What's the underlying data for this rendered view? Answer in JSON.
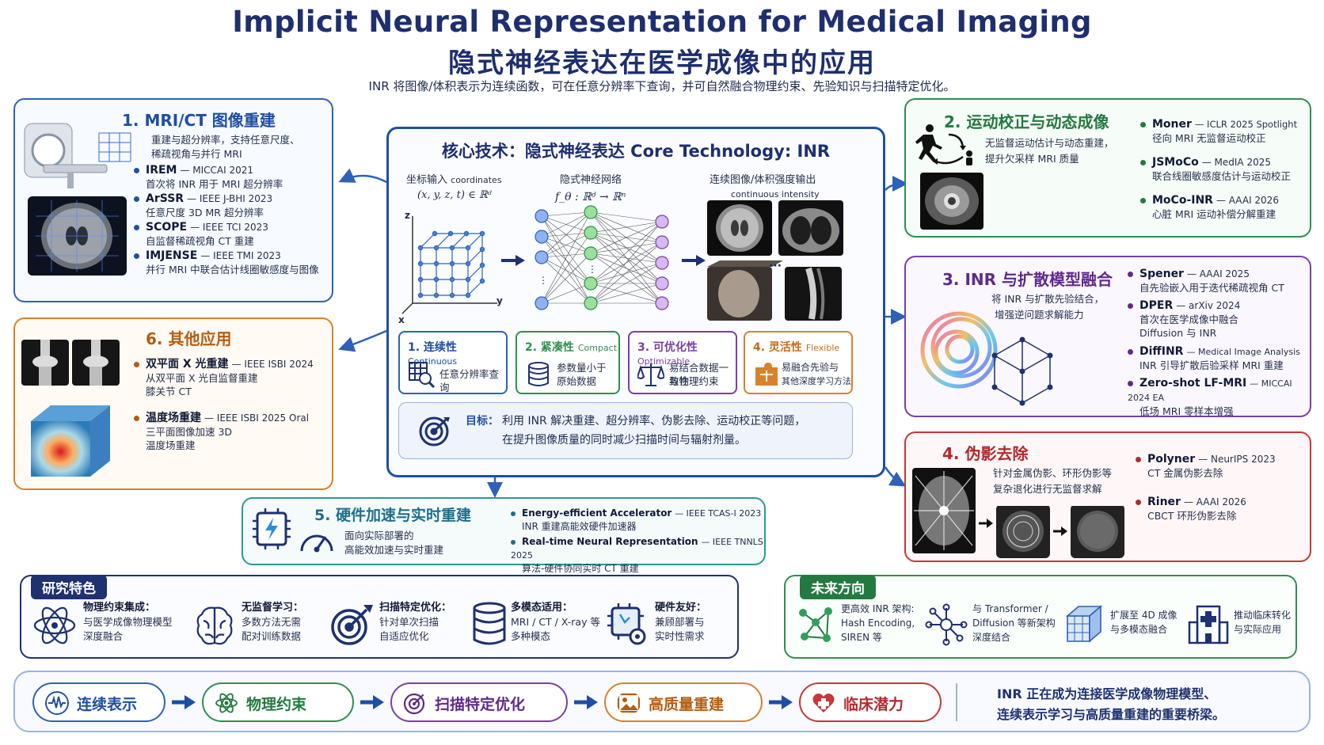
{
  "header": {
    "title_en": "Implicit Neural Representation for Medical Imaging",
    "title_zh": "隐式神经表达在医学成像中的应用",
    "subtitle": "INR 将图像/体积表示为连续函数，可在任意分辨率下查询，并可自然融合物理约束、先验知识与扫描特定优化。"
  },
  "core": {
    "title": "核心技术：隐式神经表达  Core Technology: INR",
    "input_label": "坐标输入",
    "input_label_en": "coordinates",
    "input_formula": "(x, y, z, t) ∈ ℝᵈ",
    "net_label": "隐式神经网络",
    "net_formula": "f_θ : ℝᵈ → ℝⁿ",
    "output_label": "连续图像/体积强度输出",
    "output_label_en": "continuous intensity",
    "ellipsis": "···",
    "axis_z": "z",
    "axis_x": "x",
    "axis_y": "y",
    "props": [
      {
        "num_title": "1. 连续性",
        "en": "Continuous",
        "desc1": "任意分辨率查询",
        "desc2": ""
      },
      {
        "num_title": "2. 紧凑性",
        "en": "Compact",
        "desc1": "参数量小于",
        "desc2": "原始数据"
      },
      {
        "num_title": "3. 可优化性",
        "en": "Optimizable",
        "desc1": "易结合数据一致性",
        "desc2": "与物理约束"
      },
      {
        "num_title": "4. 灵活性",
        "en": "Flexible",
        "desc1": "易融合先验与",
        "desc2": "其他深度学习方法"
      }
    ],
    "goal_label": "目标：",
    "goal_line1": "利用 INR 解决重建、超分辨率、伪影去除、运动校正等问题，",
    "goal_line2": "在提升图像质量的同时减少扫描时间与辐射剂量。"
  },
  "p1": {
    "title": "1. MRI/CT 图像重建",
    "desc1": "重建与超分辨率，支持任意尺度、",
    "desc2": "稀疏视角与并行 MRI",
    "items": [
      {
        "name": "IREM",
        "venue": "— MICCAI 2021",
        "desc": "首次将 INR 用于 MRI 超分辨率"
      },
      {
        "name": "ArSSR",
        "venue": "— IEEE J-BHI 2023",
        "desc": "任意尺度 3D MR 超分辨率"
      },
      {
        "name": "SCOPE",
        "venue": "— IEEE TCI 2023",
        "desc": "自监督稀疏视角 CT 重建"
      },
      {
        "name": "IMJENSE",
        "venue": "— IEEE TMI 2023",
        "desc": "并行 MRI 中联合估计线圈敏感度与图像"
      }
    ]
  },
  "p2": {
    "title": "2. 运动校正与动态成像",
    "desc1": "无监督运动估计与动态重建，",
    "desc2": "提升欠采样 MRI 质量",
    "items": [
      {
        "name": "Moner",
        "venue": "— ICLR 2025 Spotlight",
        "desc": "径向 MRI 无监督运动校正"
      },
      {
        "name": "JSMoCo",
        "venue": "— MedIA 2025",
        "desc": "联合线圈敏感度估计与运动校正"
      },
      {
        "name": "MoCo-INR",
        "venue": "— AAAI 2026",
        "desc": "心脏 MRI 运动补偿分解重建"
      }
    ]
  },
  "p3": {
    "title": "3. INR 与扩散模型融合",
    "desc1": "将 INR 与扩散先验结合，",
    "desc2": "增强逆问题求解能力",
    "items": [
      {
        "name": "Spener",
        "venue": "— AAAI 2025",
        "desc": "自先验嵌入用于迭代稀疏视角 CT",
        "desc2": ""
      },
      {
        "name": "DPER",
        "venue": "— arXiv 2024",
        "desc": "首次在医学成像中融合",
        "desc2": "Diffusion 与 INR"
      },
      {
        "name": "DiffINR",
        "venue": "— Medical Image Analysis",
        "desc": "INR 引导扩散后验采样 MRI 重建",
        "desc2": ""
      },
      {
        "name": "Zero-shot LF-MRI",
        "venue": "— MICCAI 2024 EA",
        "desc": "低场 MRI 零样本增强",
        "desc2": ""
      }
    ]
  },
  "p4": {
    "title": "4. 伪影去除",
    "desc1": "针对金属伪影、环形伪影等",
    "desc2": "复杂退化进行无监督求解",
    "items": [
      {
        "name": "Polyner",
        "venue": "— NeurIPS 2023",
        "desc": "CT 金属伪影去除"
      },
      {
        "name": "Riner",
        "venue": "— AAAI 2026",
        "desc": "CBCT 环形伪影去除"
      }
    ]
  },
  "p5": {
    "title": "5. 硬件加速与实时重建",
    "desc1": "面向实际部署的",
    "desc2": "高能效加速与实时重建",
    "items": [
      {
        "name": "Energy-efficient Accelerator",
        "venue": "— IEEE TCAS-I 2023",
        "desc": "INR 重建高能效硬件加速器"
      },
      {
        "name": "Real-time Neural Representation",
        "venue": "— IEEE TNNLS 2025",
        "desc": "算法-硬件协同实时 CT 重建"
      }
    ]
  },
  "p6": {
    "title": "6. 其他应用",
    "items": [
      {
        "name": "双平面 X 光重建",
        "venue": "— IEEE ISBI 2024",
        "desc": "从双平面 X 光自监督重建",
        "desc2": "膝关节 CT"
      },
      {
        "name": "温度场重建",
        "venue": "— IEEE ISBI 2025 Oral",
        "desc": "三平面图像加速 3D",
        "desc2": "温度场重建"
      }
    ]
  },
  "features": {
    "tag": "研究特色",
    "items": [
      {
        "title": "物理约束集成：",
        "l1": "与医学成像物理模型",
        "l2": "深度融合"
      },
      {
        "title": "无监督学习：",
        "l1": "多数方法无需",
        "l2": "配对训练数据"
      },
      {
        "title": "扫描特定优化：",
        "l1": "针对单次扫描",
        "l2": "自适应优化"
      },
      {
        "title": "多模态适用：",
        "l1": "MRI / CT / X-ray 等",
        "l2": "多种模态"
      },
      {
        "title": "硬件友好：",
        "l1": "兼顾部署与",
        "l2": "实时性需求"
      }
    ]
  },
  "future": {
    "tag": "未来方向",
    "items": [
      {
        "l1": "更高效 INR 架构:",
        "l2": "Hash Encoding,",
        "l3": "SIREN 等"
      },
      {
        "l1": "与 Transformer /",
        "l2": "Diffusion 等新架构",
        "l3": "深度结合"
      },
      {
        "l1": "扩展至 4D 成像",
        "l2": "与多模态融合",
        "l3": ""
      },
      {
        "l1": "推动临床转化",
        "l2": "与实际应用",
        "l3": ""
      }
    ]
  },
  "flow": {
    "steps": [
      "连续表示",
      "物理约束",
      "扫描特定优化",
      "高质量重建",
      "临床潜力"
    ],
    "conclusion1": "INR 正在成为连接医学成像物理模型、",
    "conclusion2": "连续表示学习与高质量重建的重要桥梁。"
  },
  "colors": {
    "navy": "#1e3170",
    "blue": "#2d62b8",
    "green": "#2f8f4e",
    "purple": "#7a3fa6",
    "red": "#c8373a",
    "orange": "#d9822b",
    "teal": "#2a9a94"
  }
}
